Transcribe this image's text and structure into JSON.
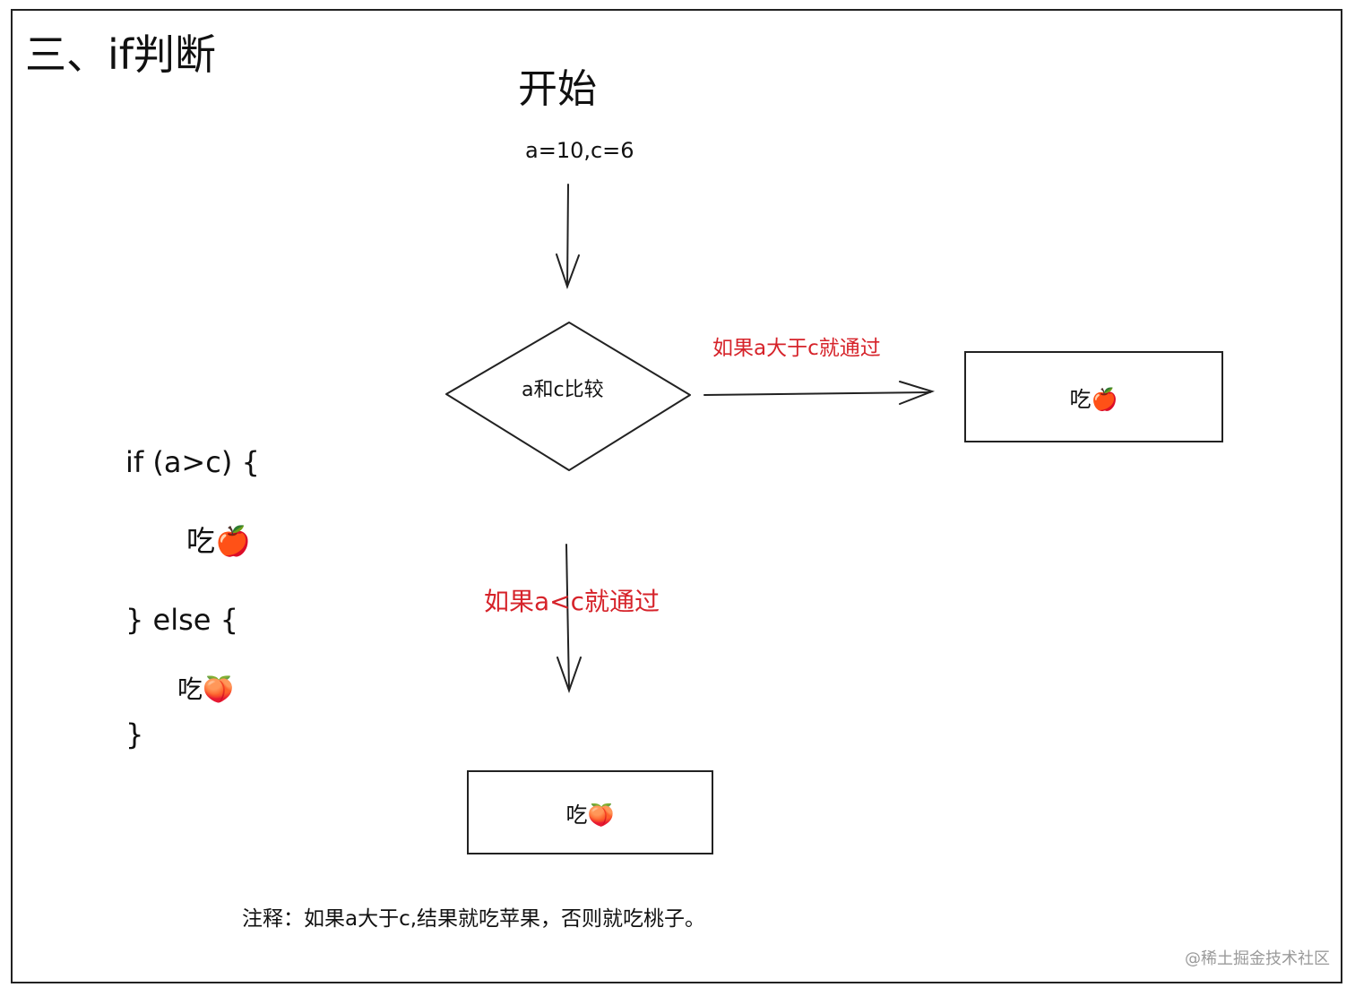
{
  "title": "三、if判断",
  "flowchart": {
    "start": "开始",
    "init": "a=10,c=6",
    "decision": "a和c比较",
    "true_condition": "如果a大于c就通过",
    "false_condition": "如果a<c就通过",
    "true_result": "吃🍎",
    "false_result": "吃🍑"
  },
  "code": {
    "if_line": "if (a>c) {",
    "eat_apple": "吃🍎",
    "else_line": "}  else {",
    "eat_peach": "吃🍑",
    "close": "}"
  },
  "note": "注释：如果a大于c,结果就吃苹果，否则就吃桃子。",
  "watermark": "@稀土掘金技术社区",
  "colors": {
    "stroke": "#222222",
    "condition_text": "#d6232a",
    "watermark": "#9a9a9a"
  }
}
